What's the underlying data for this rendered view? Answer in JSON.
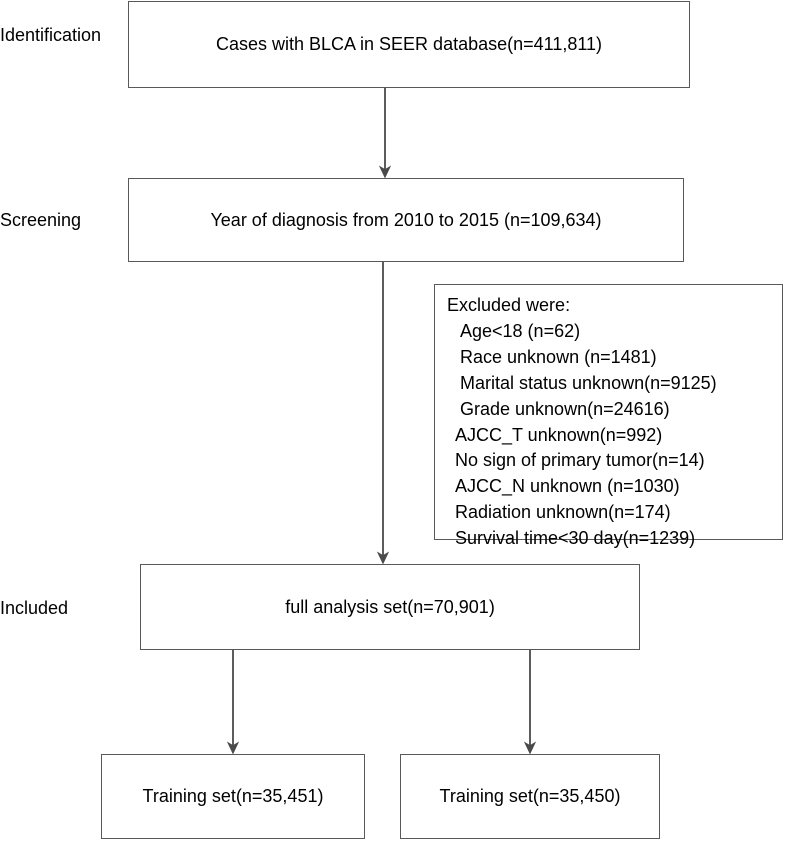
{
  "diagram": {
    "title": "SEER BLCA cohort selection flowchart",
    "stroke_color": "#595959",
    "text_color": "#000000",
    "background": "#ffffff"
  },
  "stages": [
    {
      "key": "identification",
      "label": "Identification"
    },
    {
      "key": "screening",
      "label": "Screening"
    },
    {
      "key": "included",
      "label": "Included"
    }
  ],
  "nodes": {
    "identification_box": {
      "text": "Cases with BLCA in SEER database(n=411,811)"
    },
    "screening_box": {
      "text": "Year of diagnosis from 2010 to 2015 (n=109,634)"
    },
    "included_box": {
      "text": "full analysis set(n=70,901)"
    },
    "training_left_box": {
      "text": "Training set(n=35,451)"
    },
    "training_right_box": {
      "text": "Training set(n=35,450)"
    }
  },
  "exclusions": {
    "title": "Excluded were:",
    "items": [
      "Age<18 (n=62)",
      "Race unknown (n=1481)",
      "Marital status unknown(n=9125)",
      "Grade unknown(n=24616)",
      "AJCC_T unknown(n=992)",
      "No sign of primary tumor(n=14)",
      "AJCC_N unknown (n=1030)",
      "Radiation unknown(n=174)",
      "Survival time<30 day(n=1239)"
    ]
  }
}
